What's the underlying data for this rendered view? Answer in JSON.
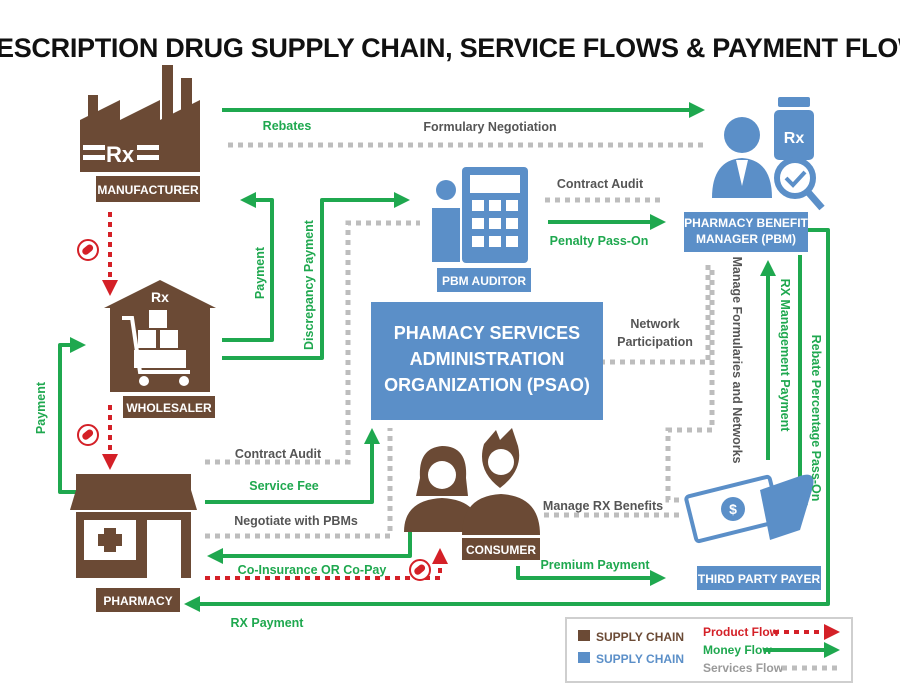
{
  "title": "PRESCRIPTION DRUG SUPPLY CHAIN, SERVICE FLOWS & PAYMENT FLOWS",
  "colors": {
    "supply_brown": "#6b4a35",
    "service_blue": "#5b8fc8",
    "money_green": "#1fa84f",
    "product_red": "#d42027",
    "service_gray": "#bdbdbd"
  },
  "nodes": {
    "manufacturer": {
      "label": "MANUFACTURER",
      "rx": "Rx",
      "icon": "factory-icon"
    },
    "wholesaler": {
      "label": "WHOLESALER",
      "rx": "Rx",
      "icon": "warehouse-icon"
    },
    "pharmacy": {
      "label": "PHARMACY",
      "icon": "pharmacy-store-icon"
    },
    "pbm_auditor": {
      "label": "PBM AUDITOR",
      "icon": "auditor-calculator-icon"
    },
    "pbm": {
      "label_line1": "PHARMACY BENEFIT",
      "label_line2": "MANAGER (PBM)",
      "rx": "Rx",
      "icon": "pbm-manager-icon"
    },
    "psao": {
      "line1": "PHAMACY SERVICES",
      "line2": "ADMINISTRATION",
      "line3": "ORGANIZATION (PSAO)"
    },
    "consumer": {
      "label": "CONSUMER",
      "icon": "consumers-icon"
    },
    "third_party_payer": {
      "label": "THIRD PARTY PAYER",
      "icon": "money-hand-icon"
    }
  },
  "flows": {
    "rebates": "Rebates",
    "formulary_negotiation": "Formulary Negotiation",
    "contract_audit_top": "Contract Audit",
    "penalty_pass_on": "Penalty Pass-On",
    "payment_wholesaler": "Payment",
    "discrepancy_payment": "Discrepancy Payment",
    "network_participation_1": "Network",
    "network_participation_2": "Participation",
    "manage_formularies": "Manage Formularies and Networks",
    "rx_management_payment": "RX Management Payment",
    "rebate_percentage": "Rebate Percentage Pass-On",
    "payment_pharmacy": "Payment",
    "contract_audit_bottom": "Contract Audit",
    "service_fee": "Service Fee",
    "negotiate_with_pbms": "Negotiate with PBMs",
    "manage_rx_benefits": "Manage RX Benefits",
    "co_insurance": "Co-Insurance OR Co-Pay",
    "premium_payment": "Premium Payment",
    "rx_payment": "RX Payment"
  },
  "legend": {
    "supply_chain_brown": "SUPPLY CHAIN",
    "supply_chain_blue": "SUPPLY CHAIN",
    "product_flow": "Product Flow",
    "money_flow": "Money Flow",
    "services_flow": "Services Flow"
  }
}
